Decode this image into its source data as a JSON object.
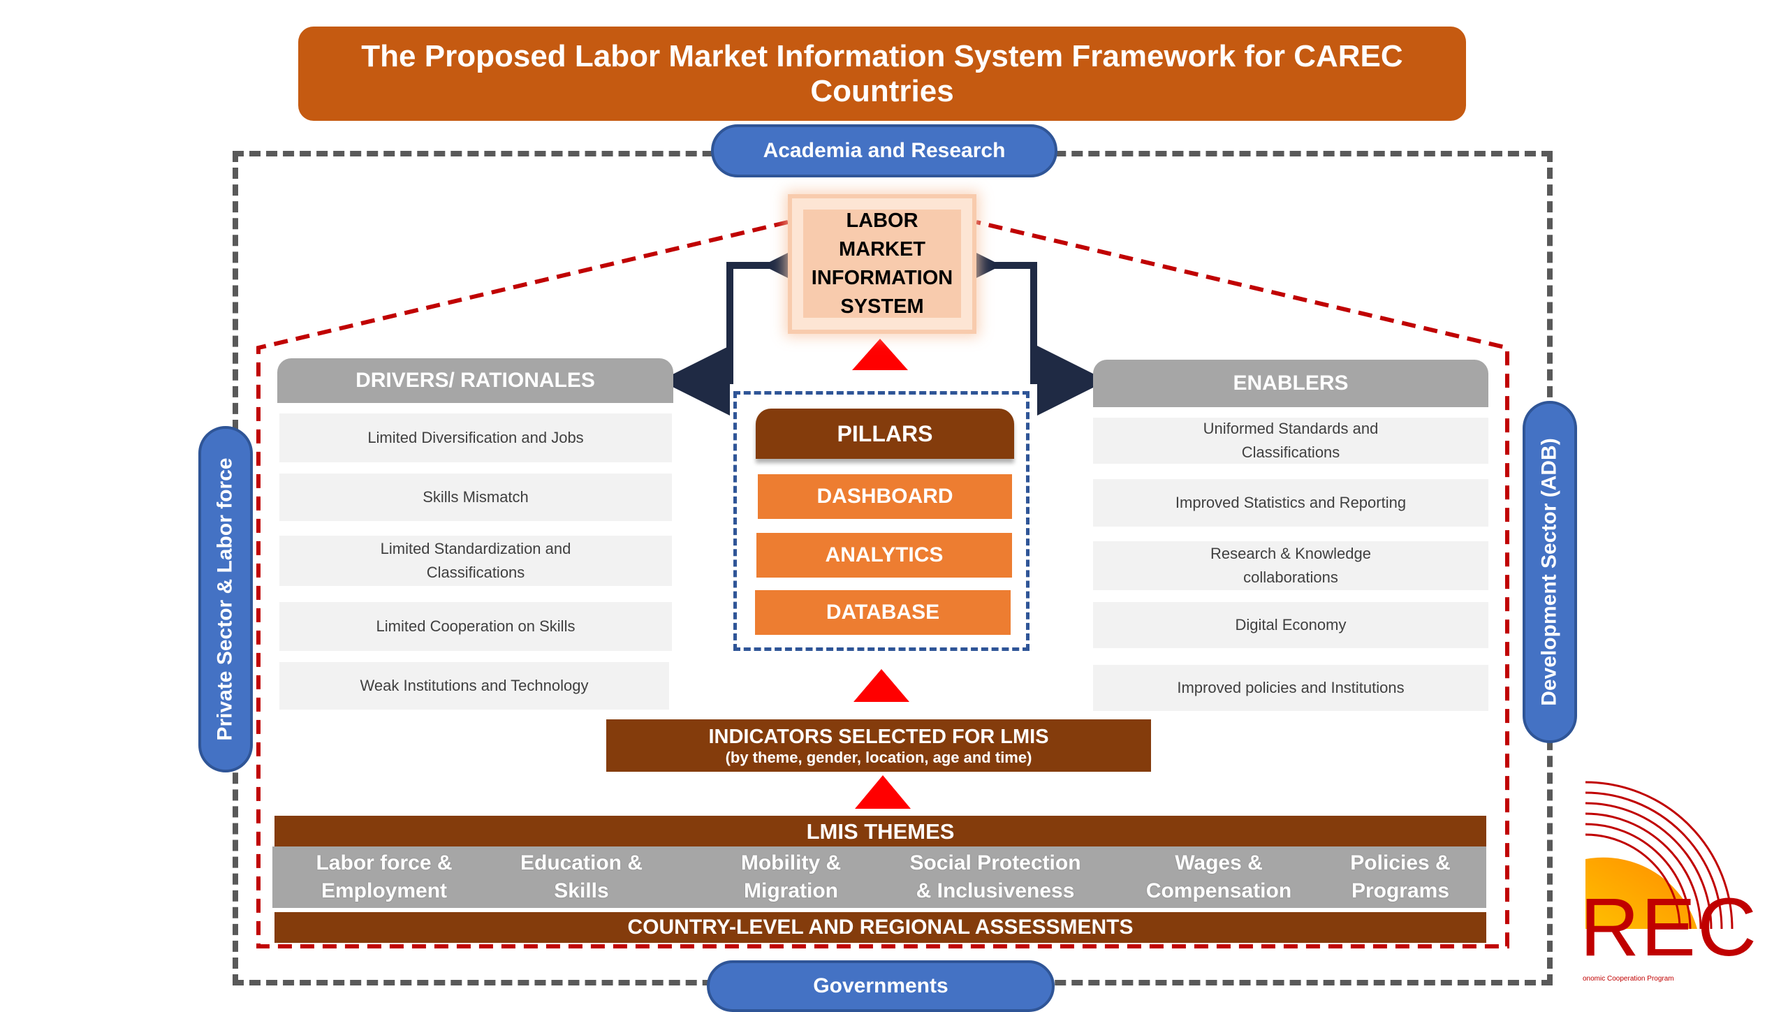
{
  "title": "The Proposed Labor Market Information System Framework for CAREC Countries",
  "stakeholders": {
    "top": "Academia and Research",
    "bottom": "Governments",
    "left": "Private Sector & Labor force",
    "right": "Development Sector (ADB)"
  },
  "lmis": {
    "line1": "LABOR MARKET",
    "line2": "INFORMATION",
    "line3": "SYSTEM"
  },
  "drivers": {
    "header": "DRIVERS/ RATIONALES",
    "items": [
      [
        "Limited Diversification and Jobs"
      ],
      [
        "Skills Mismatch"
      ],
      [
        "Limited Standardization and",
        "Classifications"
      ],
      [
        "Limited Cooperation on Skills"
      ],
      [
        "Weak Institutions and Technology"
      ]
    ]
  },
  "enablers": {
    "header": "ENABLERS",
    "items": [
      [
        "Uniformed Standards and",
        "Classifications"
      ],
      [
        "Improved Statistics and Reporting"
      ],
      [
        "Research & Knowledge",
        "collaborations"
      ],
      [
        "Digital Economy"
      ],
      [
        "Improved policies and Institutions"
      ]
    ]
  },
  "pillars": {
    "header": "PILLARS",
    "items": [
      "DASHBOARD",
      "ANALYTICS",
      "DATABASE"
    ]
  },
  "indicators": {
    "title": "INDICATORS SELECTED FOR LMIS",
    "subtitle": "(by theme, gender, location, age and time)"
  },
  "themes": {
    "header": "LMIS THEMES",
    "items": [
      [
        "Labor force &",
        "Employment"
      ],
      [
        "Education &",
        "Skills"
      ],
      [
        "Mobility &",
        "Migration"
      ],
      [
        "Social Protection",
        "& Inclusiveness"
      ],
      [
        "Wages &",
        "Compensation"
      ],
      [
        "Policies &",
        "Programs"
      ]
    ]
  },
  "assessments": "COUNTRY-LEVEL AND REGIONAL ASSESSMENTS",
  "logo": {
    "text": "REC",
    "subtext": "onomic Cooperation Program"
  },
  "colors": {
    "orange_dark": "#c55a11",
    "brown": "#843c0c",
    "orange": "#ed7d31",
    "blue": "#4472c4",
    "red_dash": "#c00000",
    "grey": "#a6a6a6"
  }
}
